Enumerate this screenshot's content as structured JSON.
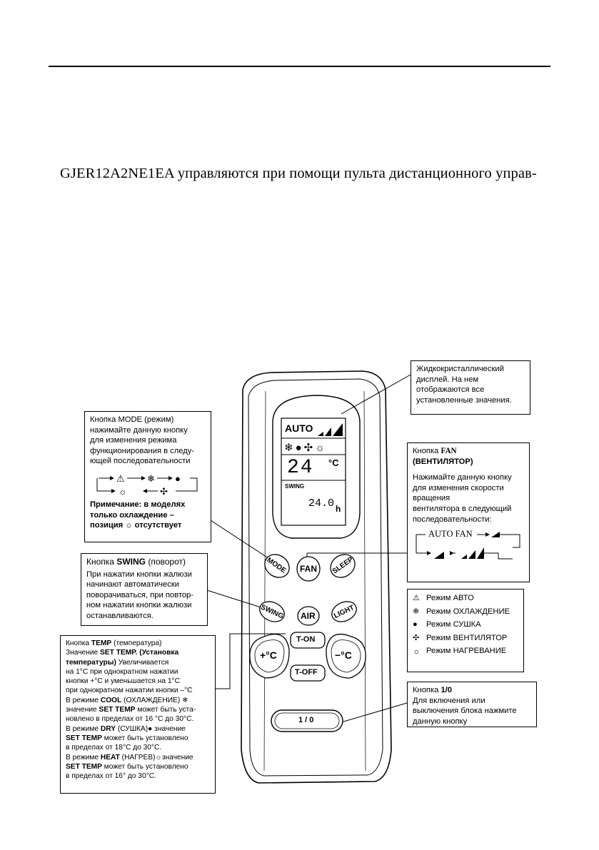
{
  "intro_text": "GJER12A2NE1EA управляются при помощи пульта дистанционного управ-",
  "lcd": {
    "auto": "AUTO",
    "temp": "24",
    "unit": "°C",
    "swing": "SWING",
    "timer": "24.0",
    "timer_unit": "h"
  },
  "buttons": {
    "mode": "MODE",
    "fan": "FAN",
    "sleep": "SLEEP",
    "swing": "SWING",
    "air": "AIR",
    "light": "LIGHT",
    "t_on": "T-ON",
    "t_off": "T-OFF",
    "plus": "+°C",
    "minus": "−°C",
    "power": "1 / 0"
  },
  "callouts": {
    "lcd": {
      "lines": [
        "Жидкокристаллический",
        "дисплей. На нем",
        "отображаются все",
        "установленные значения."
      ]
    },
    "mode": {
      "lines": [
        "Кнопка MODE (режим)",
        "нажимайте данную кнопку",
        "для изменения режима",
        "функционирования в следу-",
        "ющей последовательности"
      ],
      "note_lines": [
        "Примечание: в моделях",
        "только охлаждение –"
      ],
      "note_pos": "позиция",
      "note_absent": "отсутствует"
    },
    "fan": {
      "title_prefix": "Кнопка",
      "title_name": "FAN",
      "title_sub": "(ВЕНТИЛЯТОР)",
      "lines": [
        "Нажимайте данную кнопку",
        "для изменения скорости",
        "вращения",
        "вентилятора в следующий",
        "последовательности:"
      ],
      "sequence_label": "AUTO FAN"
    },
    "swing": {
      "title_prefix": "Кнопка",
      "title_name": "SWING",
      "title_suffix": "(поворот)",
      "lines": [
        "При нажатии кнопки жалюзи",
        "начинают автоматически",
        "поворачиваться, при повтор-",
        "ном нажатии кнопки жалюзи",
        "останавливаются."
      ]
    },
    "modes": {
      "items": [
        "Режим АВТО",
        "Режим ОХЛАЖДЕНИЕ",
        "Режим СУШКА",
        "Режим ВЕНТИЛЯТОР",
        "Режим НАГРЕВАНИЕ"
      ]
    },
    "temp": {
      "l1_a": "Кнопка ",
      "l1_b": "TEMP",
      "l1_c": " (температура)",
      "l2_a": "Значение ",
      "l2_b": "SET TEMP. (Установка",
      "l3_a": "температуры)",
      "l3_b": " Увеличивается",
      "l4": "на 1°С при однократном нажатии",
      "l5": "кнопки +°С и уменьшается на 1°С",
      "l6": "при однократном нажатии кнопки –°С",
      "l7_a": "В режиме ",
      "l7_b": "COOL",
      "l7_c": " (ОХЛАЖДЕНИЕ)",
      "l8_a": "значение ",
      "l8_b": "SET TEMP",
      "l8_c": " может быть уста-",
      "l9": "новлено в пределах от 16 °С до 30°С.",
      "l10_a": "В режиме ",
      "l10_b": "DRY",
      "l10_c": " (СУШКА)",
      "l10_d": " значение",
      "l11_a": "SET TEMP",
      "l11_b": " может быть установлено",
      "l12": "в пределах от 18°С до 30°С.",
      "l13_a": "В режиме ",
      "l13_b": "HEAT",
      "l13_c": "  (НАГРЕВ)",
      "l13_d": "значение",
      "l14_a": "SET TEMP",
      "l14_b": " может быть установлено",
      "l15": "в пределах от 16° до 30°С."
    },
    "power": {
      "title_prefix": "Кнопка ",
      "title_name": "1/0",
      "lines": [
        "Для включения или",
        "выключения блока нажмите",
        "данную кнопку"
      ]
    }
  }
}
